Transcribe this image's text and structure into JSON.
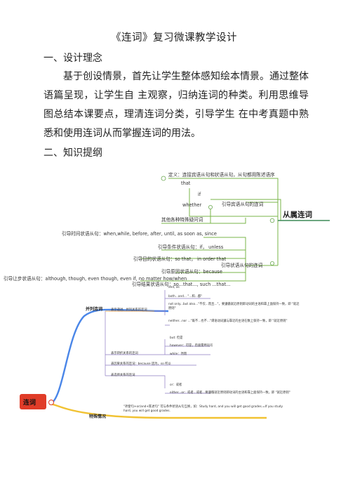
{
  "doc": {
    "title": "《连词》复习微课教学设计",
    "sections": [
      {
        "heading": "一、设计理念"
      },
      {
        "heading": "二、知识提纲"
      }
    ],
    "paragraph": "基于创设情景，首先让学生整体感知绘本情景。通过整体语篇呈现，让学生自 主观察，归纳连词的种类。利用思维导图总结本课要点，理清连词分类，引导学生 在中考真题中熟悉和使用连词从而掌握连词的用法。"
  },
  "mindmap1": {
    "root": "从属连词",
    "definition": "定义：连接宾语从句和状语从句，从句都用陈述语序",
    "noun_clause_branch": {
      "label": "引导宾语从句的连词",
      "items": [
        "that",
        "if",
        "whether",
        "其他各种特殊疑问词"
      ]
    },
    "adverbial_branch": {
      "label": "引导状语从句的连词",
      "items": [
        "引导时间状语从句：when,while, before, after, until, as soon as, since",
        "引导条件状语从句：if， unless",
        "引导目的状语从句：so that， in order that",
        "引导原因状语从句：because",
        "引导结果状语从句：so...that..., such ...that...",
        "引导让步状语从句：although, though, even though, even if, no matter how/when"
      ]
    },
    "colors": {
      "root_line": "#3c8a56",
      "green": "#7ab648",
      "node": "#6aa84f"
    }
  },
  "mindmap2": {
    "root": "连词",
    "branch_coord": "并列连词",
    "branch_special": "特殊情况",
    "groups": [
      {
        "label": "表示递进、并列关系的连词",
        "items": [
          "and, as",
          "both...and... \"...和...都\"",
          "not only...but also...\"不仅...而且...\"，要遵循就近原则即动词的主语和靠上面保持一致，即 \"就近原则\"",
          "neither...nor ...\"既不...也不...\"谓语动词遵与靠近的主语在数上保持一致，即 \"就近原则\""
        ]
      },
      {
        "label": "表示转折关系的连词",
        "items": [
          "but: 但是",
          "however：可是，后面需用逗号",
          "while：然而"
        ]
      },
      {
        "label": "表因果关系的连词：because 因为，so 所以",
        "items": []
      },
      {
        "label": "表选择关系的连词",
        "items": [
          "or：或者",
          "either...or：或者...或者...要遵循就近原则即动词的主语和靠上面保持一致，即 \"就近原则\""
        ]
      }
    ],
    "special": "\"祈使句+or/and+陈述句\" 可与条件状语从句互换，如：Study hard, and you will get good grades.=If you study hard, you will get good grades.",
    "colors": {
      "root_bg": "#e03c28",
      "blue": "#4a86e8",
      "orange": "#f0a030",
      "yellow": "#f1c232",
      "purple": "#8e7cc3"
    }
  }
}
